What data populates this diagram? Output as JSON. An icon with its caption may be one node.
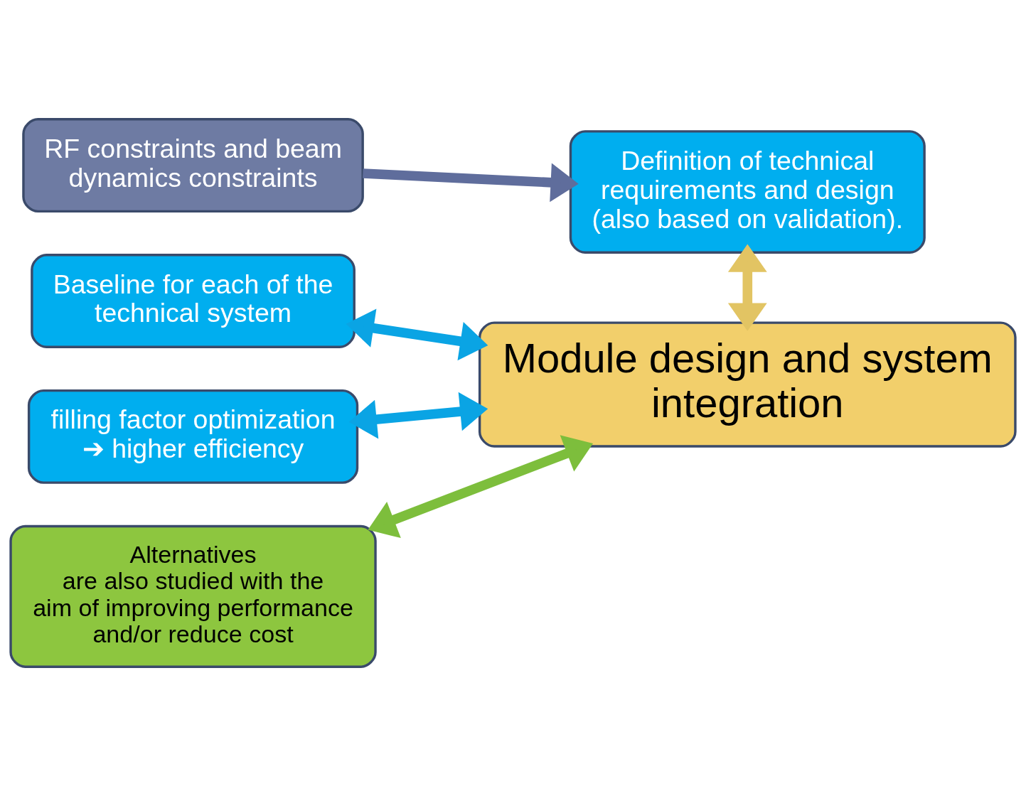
{
  "diagram": {
    "nodes": [
      {
        "text": [
          "RF constraints and beam dynamics constraints"
        ]
      },
      {
        "text": [
          "Definition of technical requirements and design (also based on validation)."
        ]
      },
      {
        "text": [
          "Baseline for each of the technical system"
        ]
      },
      {
        "text": [
          "filling factor optimization ➔ higher efficiency"
        ]
      },
      {
        "text": [
          "Module design and system integration"
        ]
      },
      {
        "text": [
          "Alternatives",
          "are also studied with the aim of improving performance and/or reduce cost"
        ]
      }
    ],
    "edges": [
      {
        "from": 0,
        "to": 1,
        "arrow": "to",
        "color": "#5f6d9c"
      },
      {
        "from": 1,
        "to": 4,
        "arrow": "both",
        "color": "#e2c463"
      },
      {
        "from": 2,
        "to": 4,
        "arrow": "both",
        "color": "#0aa4e4"
      },
      {
        "from": 3,
        "to": 4,
        "arrow": "both",
        "color": "#0aa4e4"
      },
      {
        "from": 5,
        "to": 4,
        "arrow": "both",
        "color": "#7dbe3c"
      }
    ]
  }
}
